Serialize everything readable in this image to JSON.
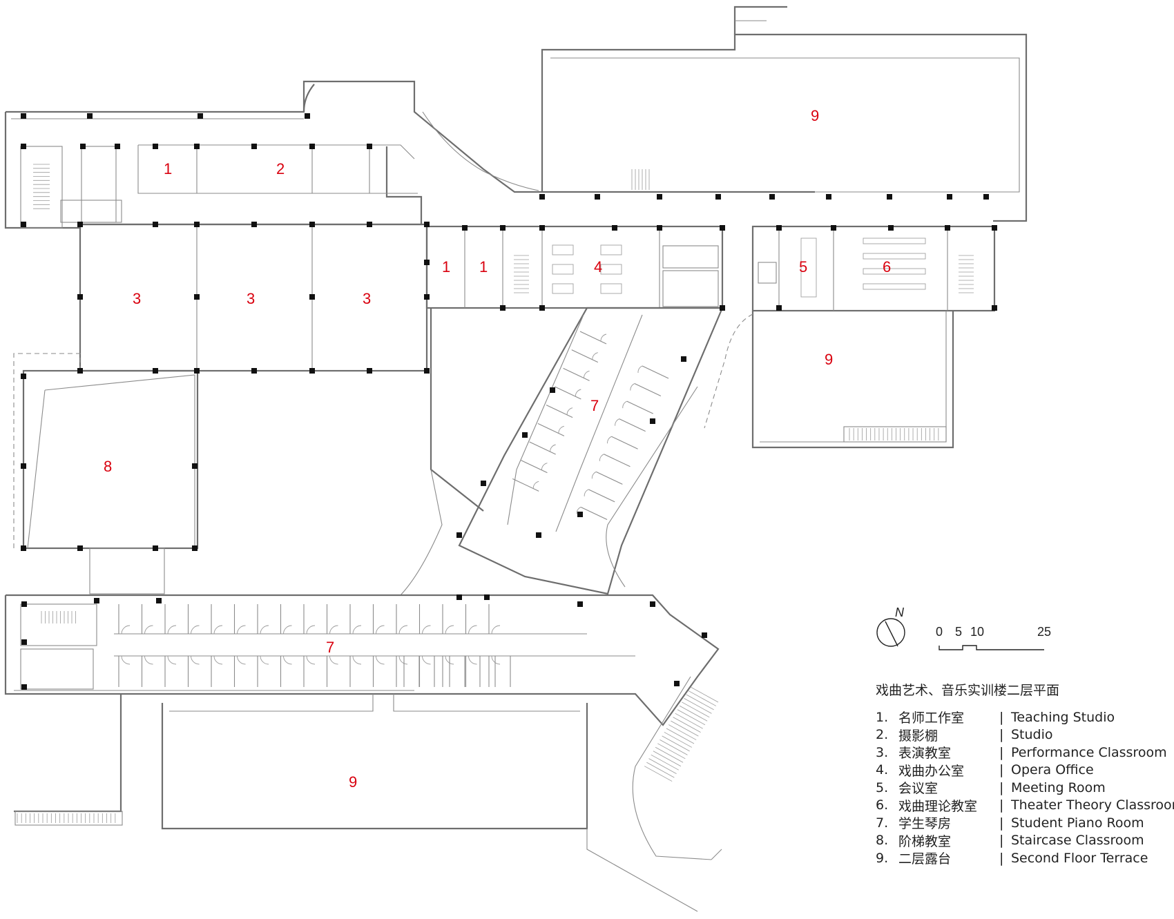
{
  "plan": {
    "north_label": "N",
    "scale_labels": [
      "0",
      "5",
      "10",
      "25"
    ],
    "room_labels": [
      {
        "id": "teaching-studio-a",
        "text": "1"
      },
      {
        "id": "studio",
        "text": "2"
      },
      {
        "id": "performance-a",
        "text": "3"
      },
      {
        "id": "performance-b",
        "text": "3"
      },
      {
        "id": "performance-c",
        "text": "3"
      },
      {
        "id": "teaching-studio-b",
        "text": "1"
      },
      {
        "id": "teaching-studio-c",
        "text": "1"
      },
      {
        "id": "opera-office",
        "text": "4"
      },
      {
        "id": "meeting-room",
        "text": "5"
      },
      {
        "id": "theory-classroom",
        "text": "6"
      },
      {
        "id": "piano-rooms-diagonal",
        "text": "7"
      },
      {
        "id": "piano-rooms-south",
        "text": "7"
      },
      {
        "id": "staircase-classroom",
        "text": "8"
      },
      {
        "id": "terrace-north",
        "text": "9"
      },
      {
        "id": "terrace-east",
        "text": "9"
      },
      {
        "id": "terrace-south",
        "text": "9"
      }
    ]
  },
  "legend": {
    "title": "戏曲艺术、音乐实训楼二层平面",
    "items": [
      {
        "num": "1.",
        "zh": "名师工作室",
        "sep": "|",
        "en": "Teaching Studio"
      },
      {
        "num": "2.",
        "zh": "摄影棚",
        "sep": "|",
        "en": "Studio"
      },
      {
        "num": "3.",
        "zh": "表演教室",
        "sep": "|",
        "en": "Performance Classroom"
      },
      {
        "num": "4.",
        "zh": "戏曲办公室",
        "sep": "|",
        "en": "Opera Office"
      },
      {
        "num": "5.",
        "zh": "会议室",
        "sep": "|",
        "en": "Meeting Room"
      },
      {
        "num": "6.",
        "zh": "戏曲理论教室",
        "sep": "|",
        "en": "Theater Theory Classroom"
      },
      {
        "num": "7.",
        "zh": "学生琴房",
        "sep": "|",
        "en": "Student Piano Room"
      },
      {
        "num": "8.",
        "zh": "阶梯教室",
        "sep": "|",
        "en": "Staircase Classroom"
      },
      {
        "num": "9.",
        "zh": "二层露台",
        "sep": "|",
        "en": "Second Floor Terrace"
      }
    ]
  }
}
